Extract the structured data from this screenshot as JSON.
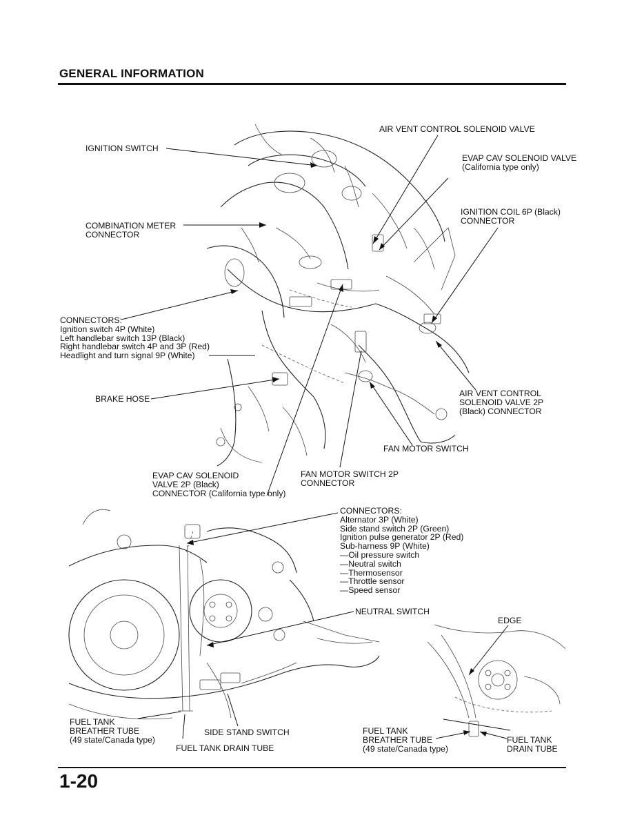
{
  "header": {
    "title": "GENERAL INFORMATION"
  },
  "page_number": "1-20",
  "top_figure": {
    "ignition_switch": "IGNITION SWITCH",
    "air_vent_solenoid": "AIR VENT CONTROL SOLENOID VALVE",
    "evap_cav_solenoid": [
      "EVAP CAV SOLENOID VALVE",
      "(California type only)"
    ],
    "ignition_coil_connector": [
      "IGNITION COIL 6P (Black)",
      "CONNECTOR"
    ],
    "combination_meter": [
      "COMBINATION METER",
      "CONNECTOR"
    ],
    "connectors": [
      "CONNECTORS:",
      "Ignition switch 4P (White)",
      "Left handlebar switch 13P (Black)",
      "Right handlebar switch 4P and 3P (Red)",
      "Headlight and turn signal 9P (White)"
    ],
    "brake_hose": "BRAKE HOSE",
    "air_vent_connector": [
      "AIR VENT CONTROL",
      "SOLENOID VALVE 2P",
      "(Black) CONNECTOR"
    ],
    "fan_motor_switch": "FAN MOTOR SWITCH",
    "evap_cav_connector": [
      "EVAP CAV SOLENOID",
      "VALVE 2P (Black)",
      "CONNECTOR (California type only)"
    ],
    "fan_motor_connector": [
      "FAN MOTOR SWITCH 2P",
      "CONNECTOR"
    ]
  },
  "bottom_figure": {
    "connectors": [
      "CONNECTORS:",
      "Alternator 3P (White)",
      "Side stand switch 2P (Green)",
      "Ignition pulse generator 2P (Red)",
      "Sub-harness 9P (White)",
      "—Oil pressure switch",
      "—Neutral switch",
      "—Thermosensor",
      "—Throttle sensor",
      "—Speed sensor"
    ],
    "neutral_switch": "NEUTRAL SWITCH",
    "edge": "EDGE",
    "fuel_tank_breather_left": [
      "FUEL TANK",
      "BREATHER TUBE",
      "(49 state/Canada type)"
    ],
    "side_stand_switch": "SIDE STAND SWITCH",
    "fuel_tank_drain_left": "FUEL TANK DRAIN TUBE",
    "fuel_tank_breather_right": [
      "FUEL TANK",
      "BREATHER TUBE",
      "(49 state/Canada type)"
    ],
    "fuel_tank_drain_right": [
      "FUEL TANK",
      "DRAIN TUBE"
    ]
  }
}
